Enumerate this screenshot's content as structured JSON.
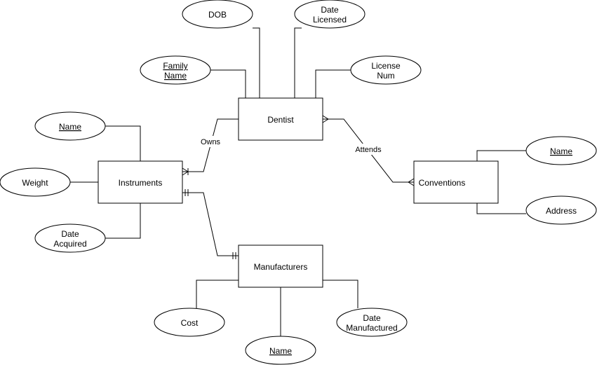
{
  "entities": {
    "dentist": "Dentist",
    "instruments": "Instruments",
    "conventions": "Conventions",
    "manufacturers": "Manufacturers"
  },
  "attributes": {
    "dob": [
      "DOB"
    ],
    "date_licensed": [
      "Date",
      "Licensed"
    ],
    "family_name": [
      "Family",
      "Name"
    ],
    "license_num": [
      "License",
      "Num"
    ],
    "instr_name": [
      "Name"
    ],
    "weight": [
      "Weight"
    ],
    "date_acquired": [
      "Date",
      "Acquired"
    ],
    "conv_name": [
      "Name"
    ],
    "address": [
      "Address"
    ],
    "cost": [
      "Cost"
    ],
    "manu_name": [
      "Name"
    ],
    "date_manufactured": [
      "Date",
      "Manufactured"
    ]
  },
  "relationships": {
    "owns": "Owns",
    "attends": "Attends"
  }
}
